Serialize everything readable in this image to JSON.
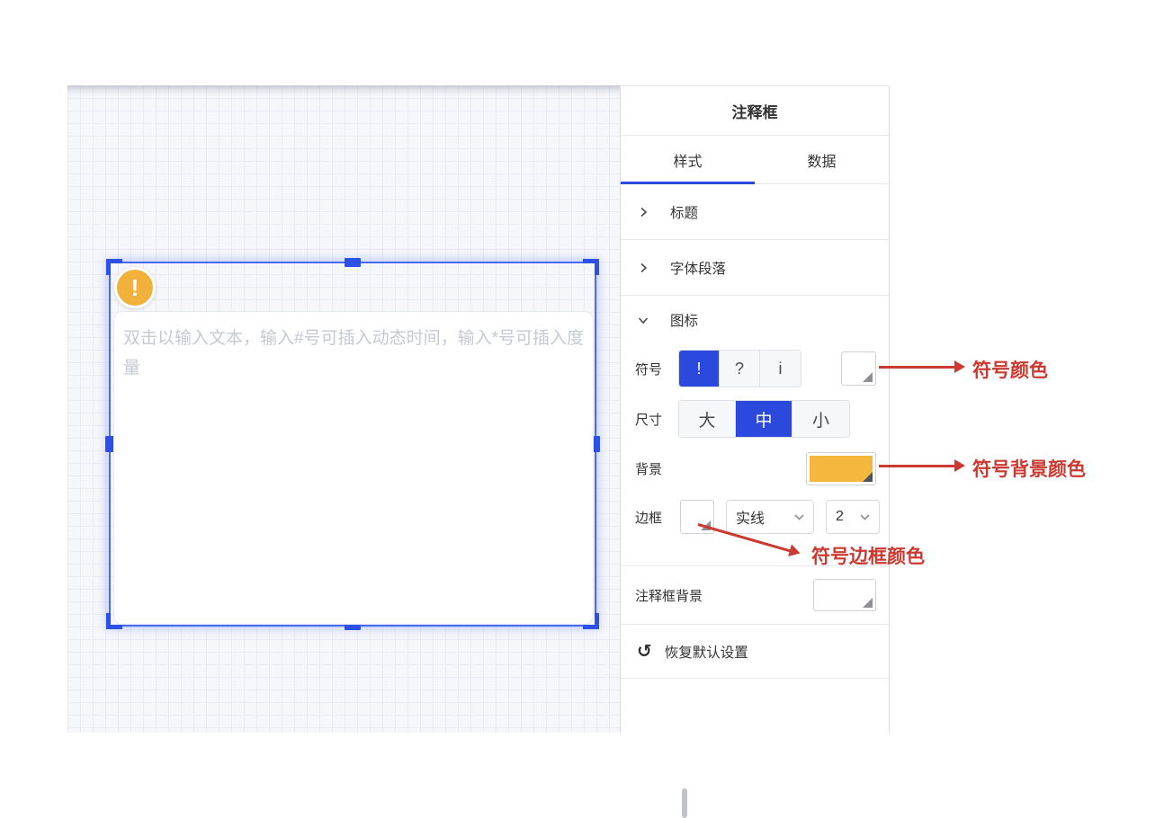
{
  "colors": {
    "accent_blue": "#2c49dd",
    "selection_blue": "#4c6af0",
    "symbol_orange": "#f1b13a",
    "annotation_red": "#cb3a31"
  },
  "canvas": {
    "annotation_box": {
      "icon_symbol": "!",
      "placeholder": "双击以输入文本，输入#号可插入动态时间，输入*号可插入度量"
    }
  },
  "panel": {
    "title": "注释框",
    "tabs": {
      "style": "样式",
      "data": "数据"
    },
    "sections": {
      "title": "标题",
      "font_paragraph": "字体段落",
      "icon": "图标"
    },
    "icon_controls": {
      "symbol_label": "符号",
      "symbol_options": [
        "!",
        "?",
        "i"
      ],
      "symbol_selected": "!",
      "symbol_color_swatch": "#ffffff",
      "size_label": "尺寸",
      "size_options": [
        "大",
        "中",
        "小"
      ],
      "size_selected": "中",
      "background_label": "背景",
      "background_swatch": "#f5b73e",
      "border_label": "边框",
      "border_color_swatch": "#ffffff",
      "border_style_value": "实线",
      "border_width_value": "2",
      "box_background_label": "注释框背景",
      "box_background_swatch": "#ffffff",
      "reset_label": "恢复默认设置"
    }
  },
  "annotations": {
    "symbol_color": "符号颜色",
    "symbol_background_color": "符号背景颜色",
    "symbol_border_color": "符号边框颜色"
  },
  "icons": {
    "reset": "↺"
  }
}
